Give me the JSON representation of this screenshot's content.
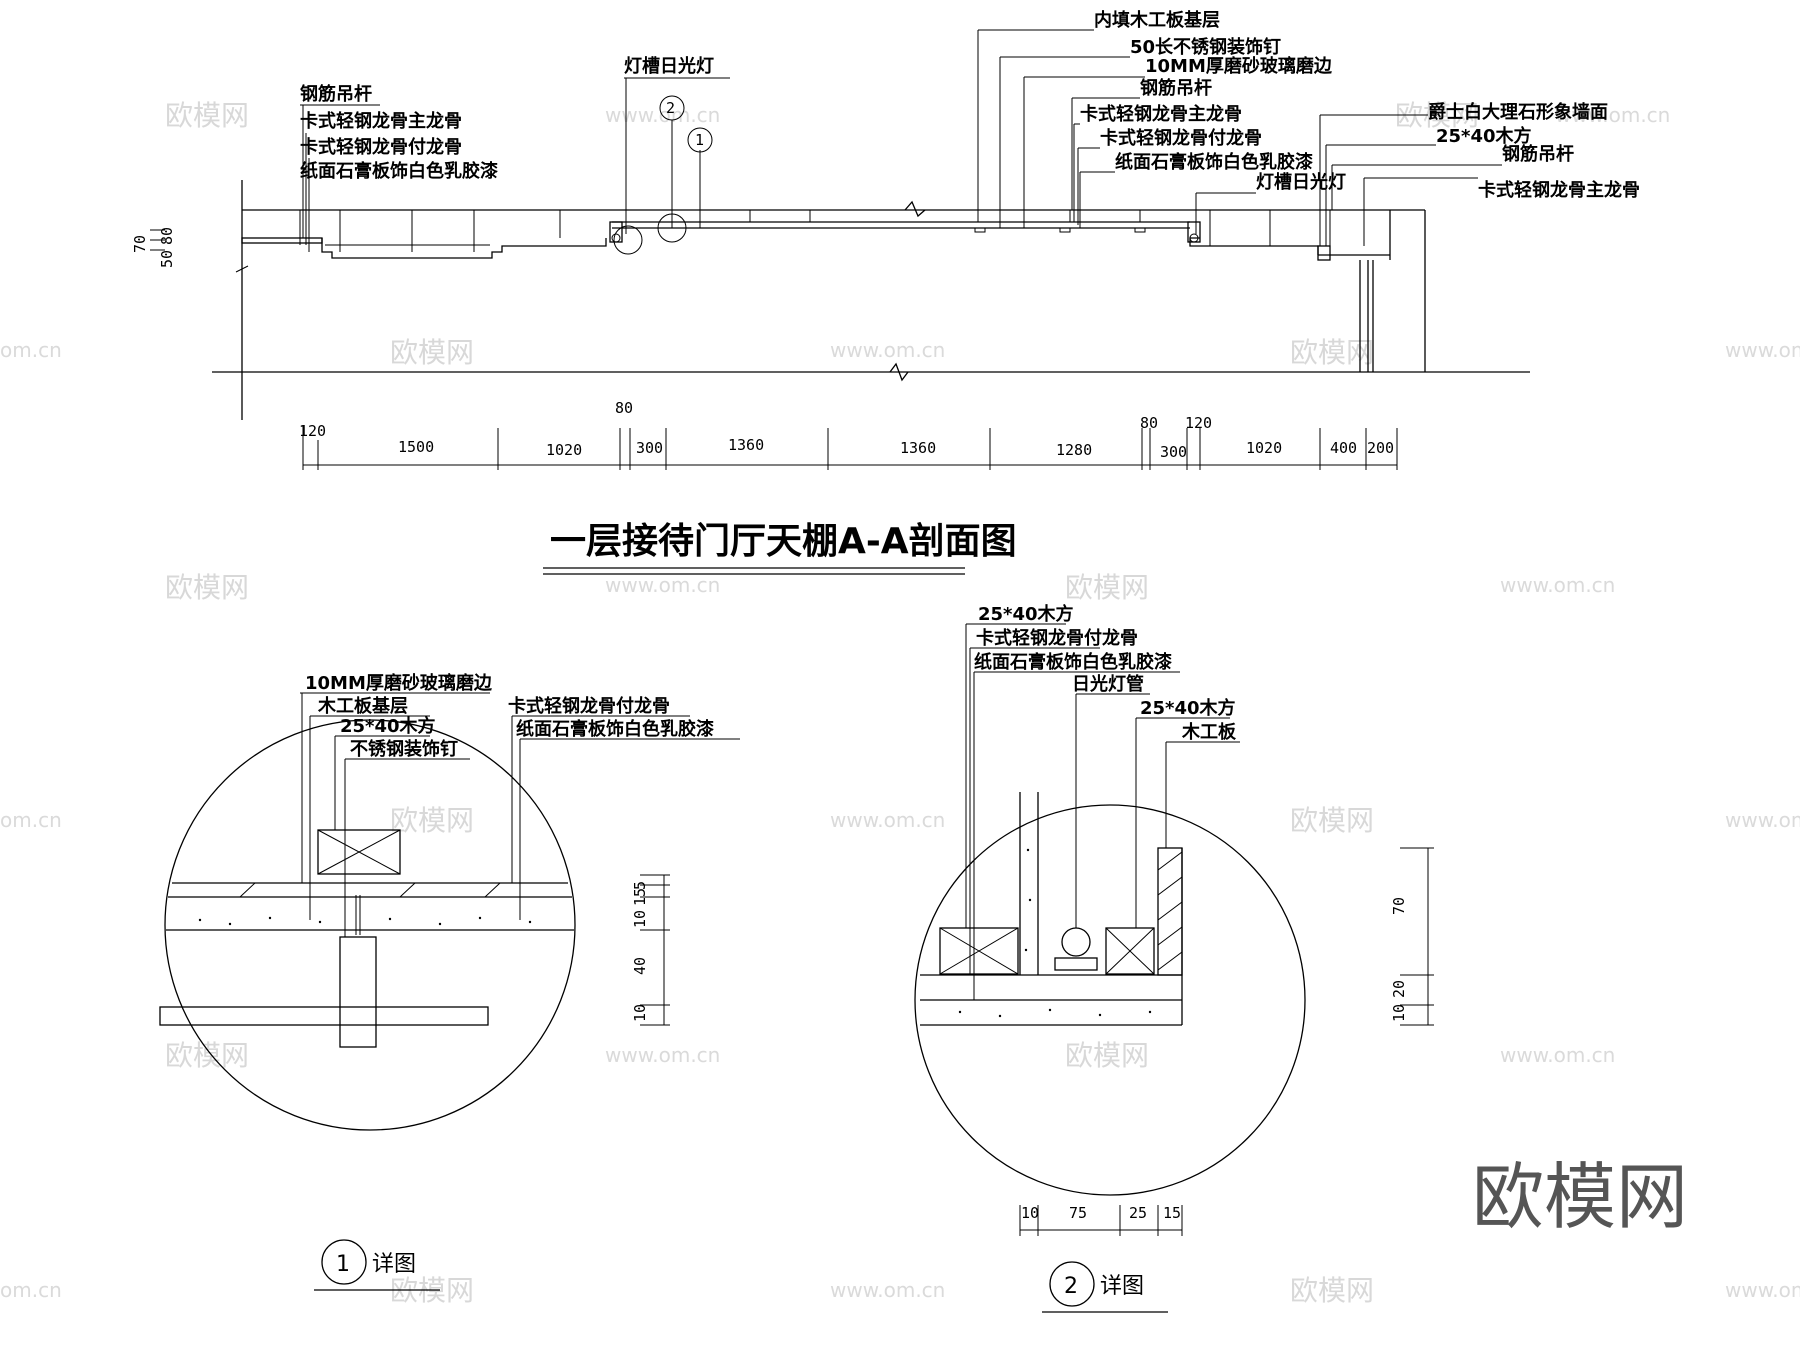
{
  "title": "一层接待门厅天棚A-A剖面图",
  "section_dims": {
    "top_row": [
      "120",
      "1500",
      "1020",
      "80",
      "300",
      "1360",
      "1360",
      "1280",
      "80",
      "300",
      "120",
      "1020",
      "400",
      "200"
    ],
    "vertical": [
      "50",
      "80",
      "70"
    ]
  },
  "section_labels": {
    "left": [
      "钢筋吊杆",
      "卡式轻钢龙骨主龙骨",
      "卡式轻钢龙骨付龙骨",
      "纸面石膏板饰白色乳胶漆"
    ],
    "light_trough_left": "灯槽日光灯",
    "center": [
      "内填木工板基层",
      "50长不锈钢装饰钉",
      "10MM厚磨砂玻璃磨边",
      "钢筋吊杆",
      "卡式轻钢龙骨主龙骨",
      "卡式轻钢龙骨付龙骨",
      "纸面石膏板饰白色乳胶漆",
      "灯槽日光灯"
    ],
    "right": [
      "爵士白大理石形象墙面",
      "25*40木方",
      "钢筋吊杆",
      "卡式轻钢龙骨主龙骨"
    ],
    "callout_1": "1",
    "callout_2": "2"
  },
  "detail1": {
    "labels_left": [
      "10MM厚磨砂玻璃磨边",
      "木工板基层",
      "25*40木方",
      "不锈钢装饰钉"
    ],
    "labels_right": [
      "卡式轻钢龙骨付龙骨",
      "纸面石膏板饰白色乳胶漆"
    ],
    "dims": [
      "5",
      "15",
      "10",
      "40",
      "10"
    ],
    "caption_num": "1",
    "caption": "详图"
  },
  "detail2": {
    "labels": [
      "25*40木方",
      "卡式轻钢龙骨付龙骨",
      "纸面石膏板饰白色乳胶漆",
      "日光灯管",
      "25*40木方",
      "木工板"
    ],
    "dims_v": [
      "70",
      "20",
      "10"
    ],
    "dims_h": [
      "10",
      "75",
      "25",
      "15"
    ],
    "caption_num": "2",
    "caption": "详图"
  },
  "watermark": {
    "brand": "欧模网",
    "url": "www.om.cn",
    "url_short": "om.cn"
  }
}
